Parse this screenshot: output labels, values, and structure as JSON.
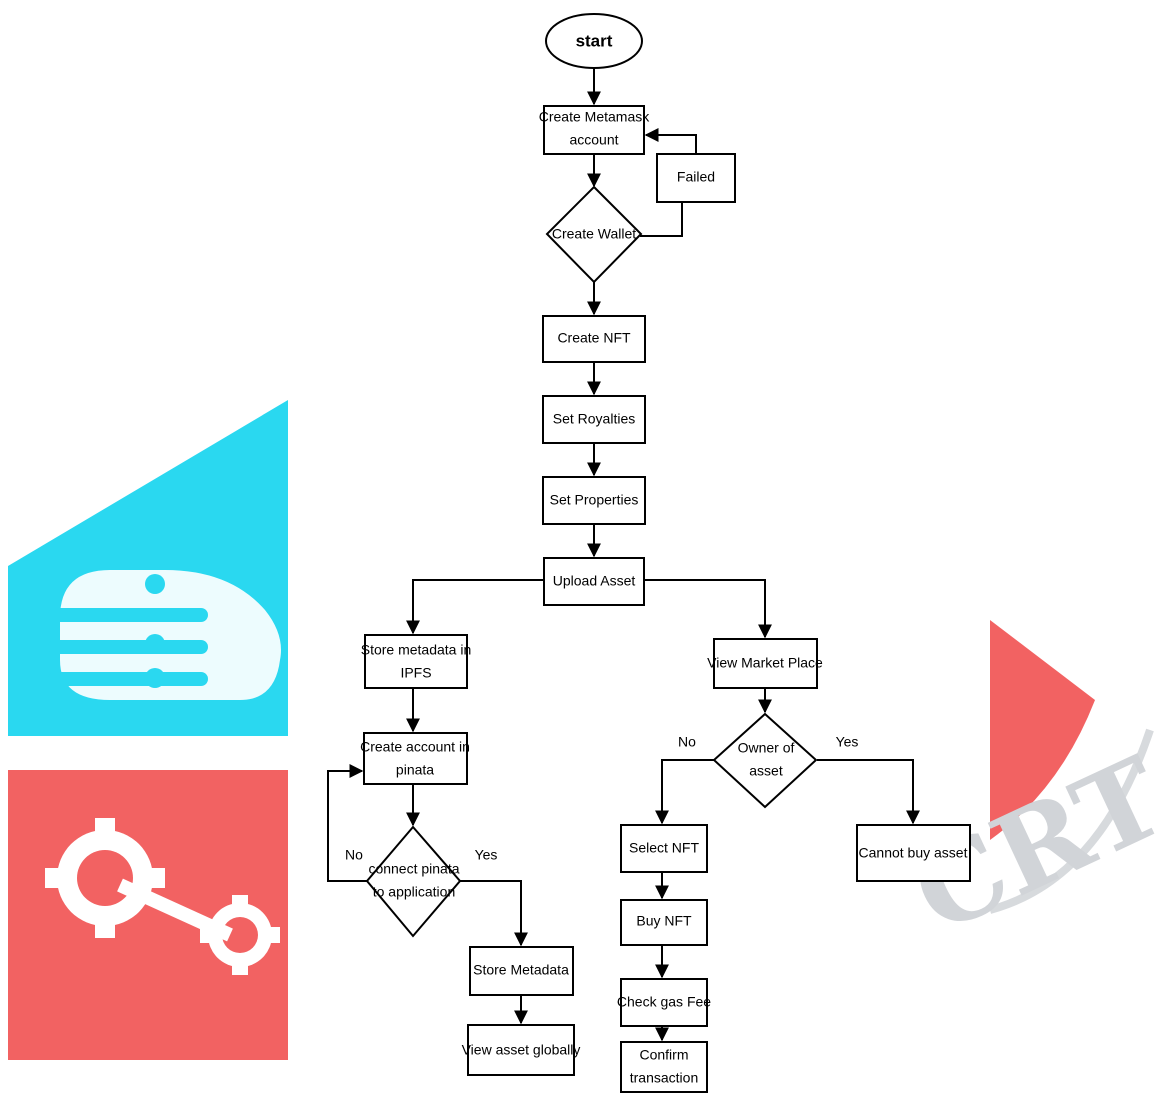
{
  "watermark": {
    "text": "CRT",
    "colors": {
      "cyan": "#1fd6f0",
      "red": "#f25a5a",
      "grey": "#d5d8dc"
    }
  },
  "colors": {
    "stroke": "#000000",
    "fill": "#ffffff"
  },
  "nodes": {
    "start": "start",
    "create_metamask": [
      "Create Metamask",
      "account"
    ],
    "failed": "Failed",
    "create_wallet": "Create Wallet",
    "create_nft": "Create NFT",
    "set_royalties": "Set Royalties",
    "set_properties": "Set Properties",
    "upload_asset": "Upload Asset",
    "store_metadata_ipfs": [
      "Store metadata in",
      "IPFS"
    ],
    "create_account_pinata": [
      "Create account in",
      "pinata"
    ],
    "connect_pinata": [
      "connect pinata",
      "to application"
    ],
    "store_metadata": "Store Metadata",
    "view_asset_globally": "View asset globally",
    "view_market_place": "View Market Place",
    "owner_of_asset": [
      "Owner of",
      "asset"
    ],
    "select_nft": "Select NFT",
    "buy_nft": "Buy NFT",
    "check_gas_fee": "Check gas Fee",
    "confirm_transaction": [
      "Confirm",
      "transaction"
    ],
    "cannot_buy_asset": "Cannot buy asset"
  },
  "edge_labels": {
    "pinata_no": "No",
    "pinata_yes": "Yes",
    "owner_no": "No",
    "owner_yes": "Yes"
  }
}
